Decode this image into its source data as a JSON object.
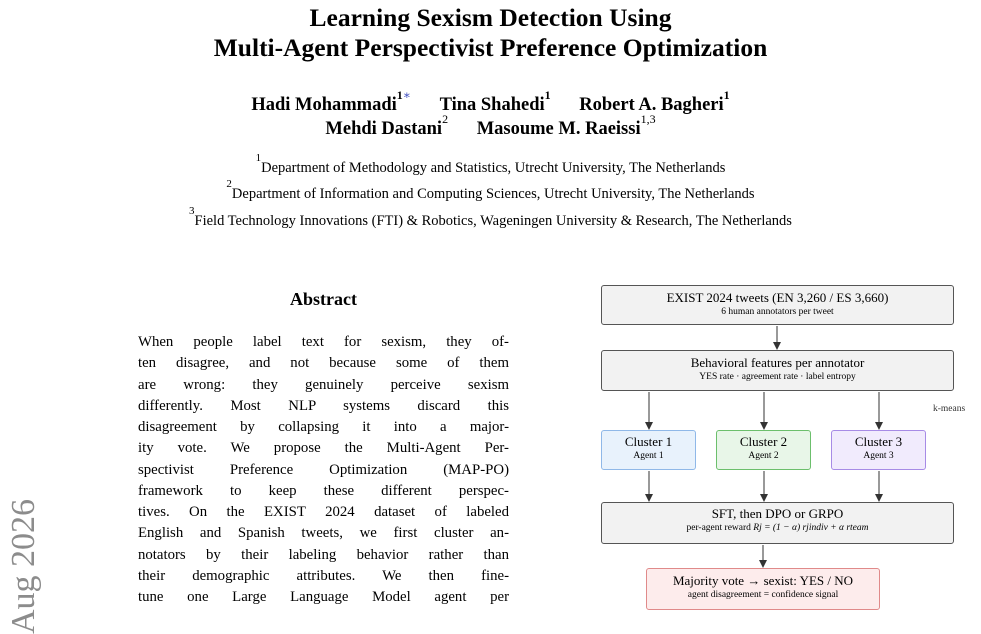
{
  "sidebar_stamp": "Aug 2026",
  "title": {
    "line1": "Learning Sexism Detection Using",
    "line2": "Multi-Agent Perspectivist Preference Optimization"
  },
  "authors": {
    "line1": [
      {
        "name": "Hadi Mohammadi",
        "sup": "1",
        "mark": "∗"
      },
      {
        "name": "Tina Shahedi",
        "sup": "1"
      },
      {
        "name": "Robert A. Bagheri",
        "sup": "1"
      }
    ],
    "line2": [
      {
        "name": "Mehdi Dastani",
        "sup": "2"
      },
      {
        "name": "Masoume M. Raeissi",
        "sup": "1,3"
      }
    ]
  },
  "affiliations": [
    {
      "num": "1",
      "text": "Department of Methodology and Statistics, Utrecht University, The Netherlands"
    },
    {
      "num": "2",
      "text": "Department of Information and Computing Sciences, Utrecht University, The Netherlands"
    },
    {
      "num": "3",
      "text": "Field Technology Innovations (FTI) & Robotics, Wageningen University & Research, The Netherlands"
    }
  ],
  "abstract": {
    "heading": "Abstract",
    "lines": [
      "When people label text for sexism, they of-",
      "ten disagree, and not because some of them",
      "are wrong: they genuinely perceive sexism",
      "differently. Most NLP systems discard this",
      "disagreement by collapsing it into a major-",
      "ity vote. We propose the Multi-Agent Per-",
      "spectivist Preference Optimization (MAP-PO)",
      "framework to keep these different perspec-",
      "tives. On the EXIST 2024 dataset of labeled",
      "English and Spanish tweets, we first cluster an-",
      "notators by their labeling behavior rather than",
      "their demographic attributes. We then fine-",
      "tune one Large Language Model agent per"
    ]
  },
  "figure": {
    "exist": {
      "main": "EXIST 2024 tweets (EN 3,260 / ES 3,660)",
      "sub": "6 human annotators per tweet"
    },
    "behavior": {
      "main": "Behavioral features per annotator",
      "sub": "YES rate · agreement rate · label entropy"
    },
    "kmeans": "k-means",
    "clusters": [
      {
        "main": "Cluster 1",
        "sub": "Agent 1"
      },
      {
        "main": "Cluster 2",
        "sub": "Agent 2"
      },
      {
        "main": "Cluster 3",
        "sub": "Agent 3"
      }
    ],
    "training": {
      "main": "SFT, then DPO or GRPO",
      "reward_prefix": "per-agent reward",
      "reward_formula": "Rj = (1 − α) rjindiv + α rteam"
    },
    "vote": {
      "main": "Majority vote → sexist: YES / NO",
      "sub": "agent disagreement = confidence signal"
    }
  }
}
